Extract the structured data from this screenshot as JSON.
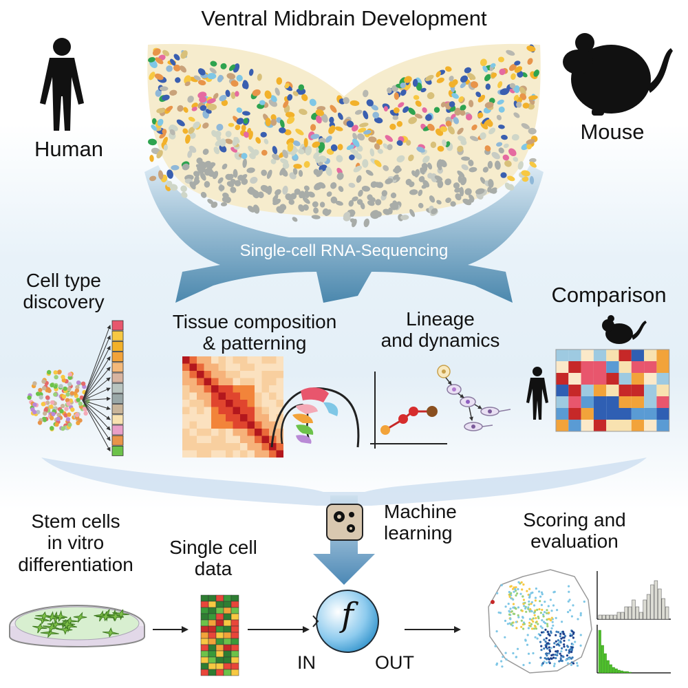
{
  "title": "Ventral Midbrain Development",
  "species": {
    "human": "Human",
    "mouse": "Mouse"
  },
  "method": "Single-cell RNA-Sequencing",
  "analyses": {
    "cell_type": [
      "Cell type",
      "discovery"
    ],
    "tissue": [
      "Tissue composition",
      "& patterning"
    ],
    "lineage": [
      "Lineage",
      "and dynamics"
    ],
    "comparison": "Comparison"
  },
  "pipeline": {
    "stem_cells": [
      "Stem cells",
      "in vitro",
      "differentiation"
    ],
    "single_cell": [
      "Single cell",
      "data"
    ],
    "ml": [
      "Machine",
      "learning"
    ],
    "function_symbol": "f",
    "in_label": "IN",
    "out_label": "OUT",
    "scoring": [
      "Scoring and",
      "evaluation"
    ]
  },
  "colors": {
    "arrow_blue": "#3d7fa6",
    "ml_box": "#d9c8b0",
    "heatmap_red": "#c62828",
    "heatmap_blue": "#2f5fb3"
  },
  "icons": [
    "human-silhouette-icon",
    "mouse-silhouette-icon",
    "gear-icon",
    "petri-dish-icon"
  ]
}
